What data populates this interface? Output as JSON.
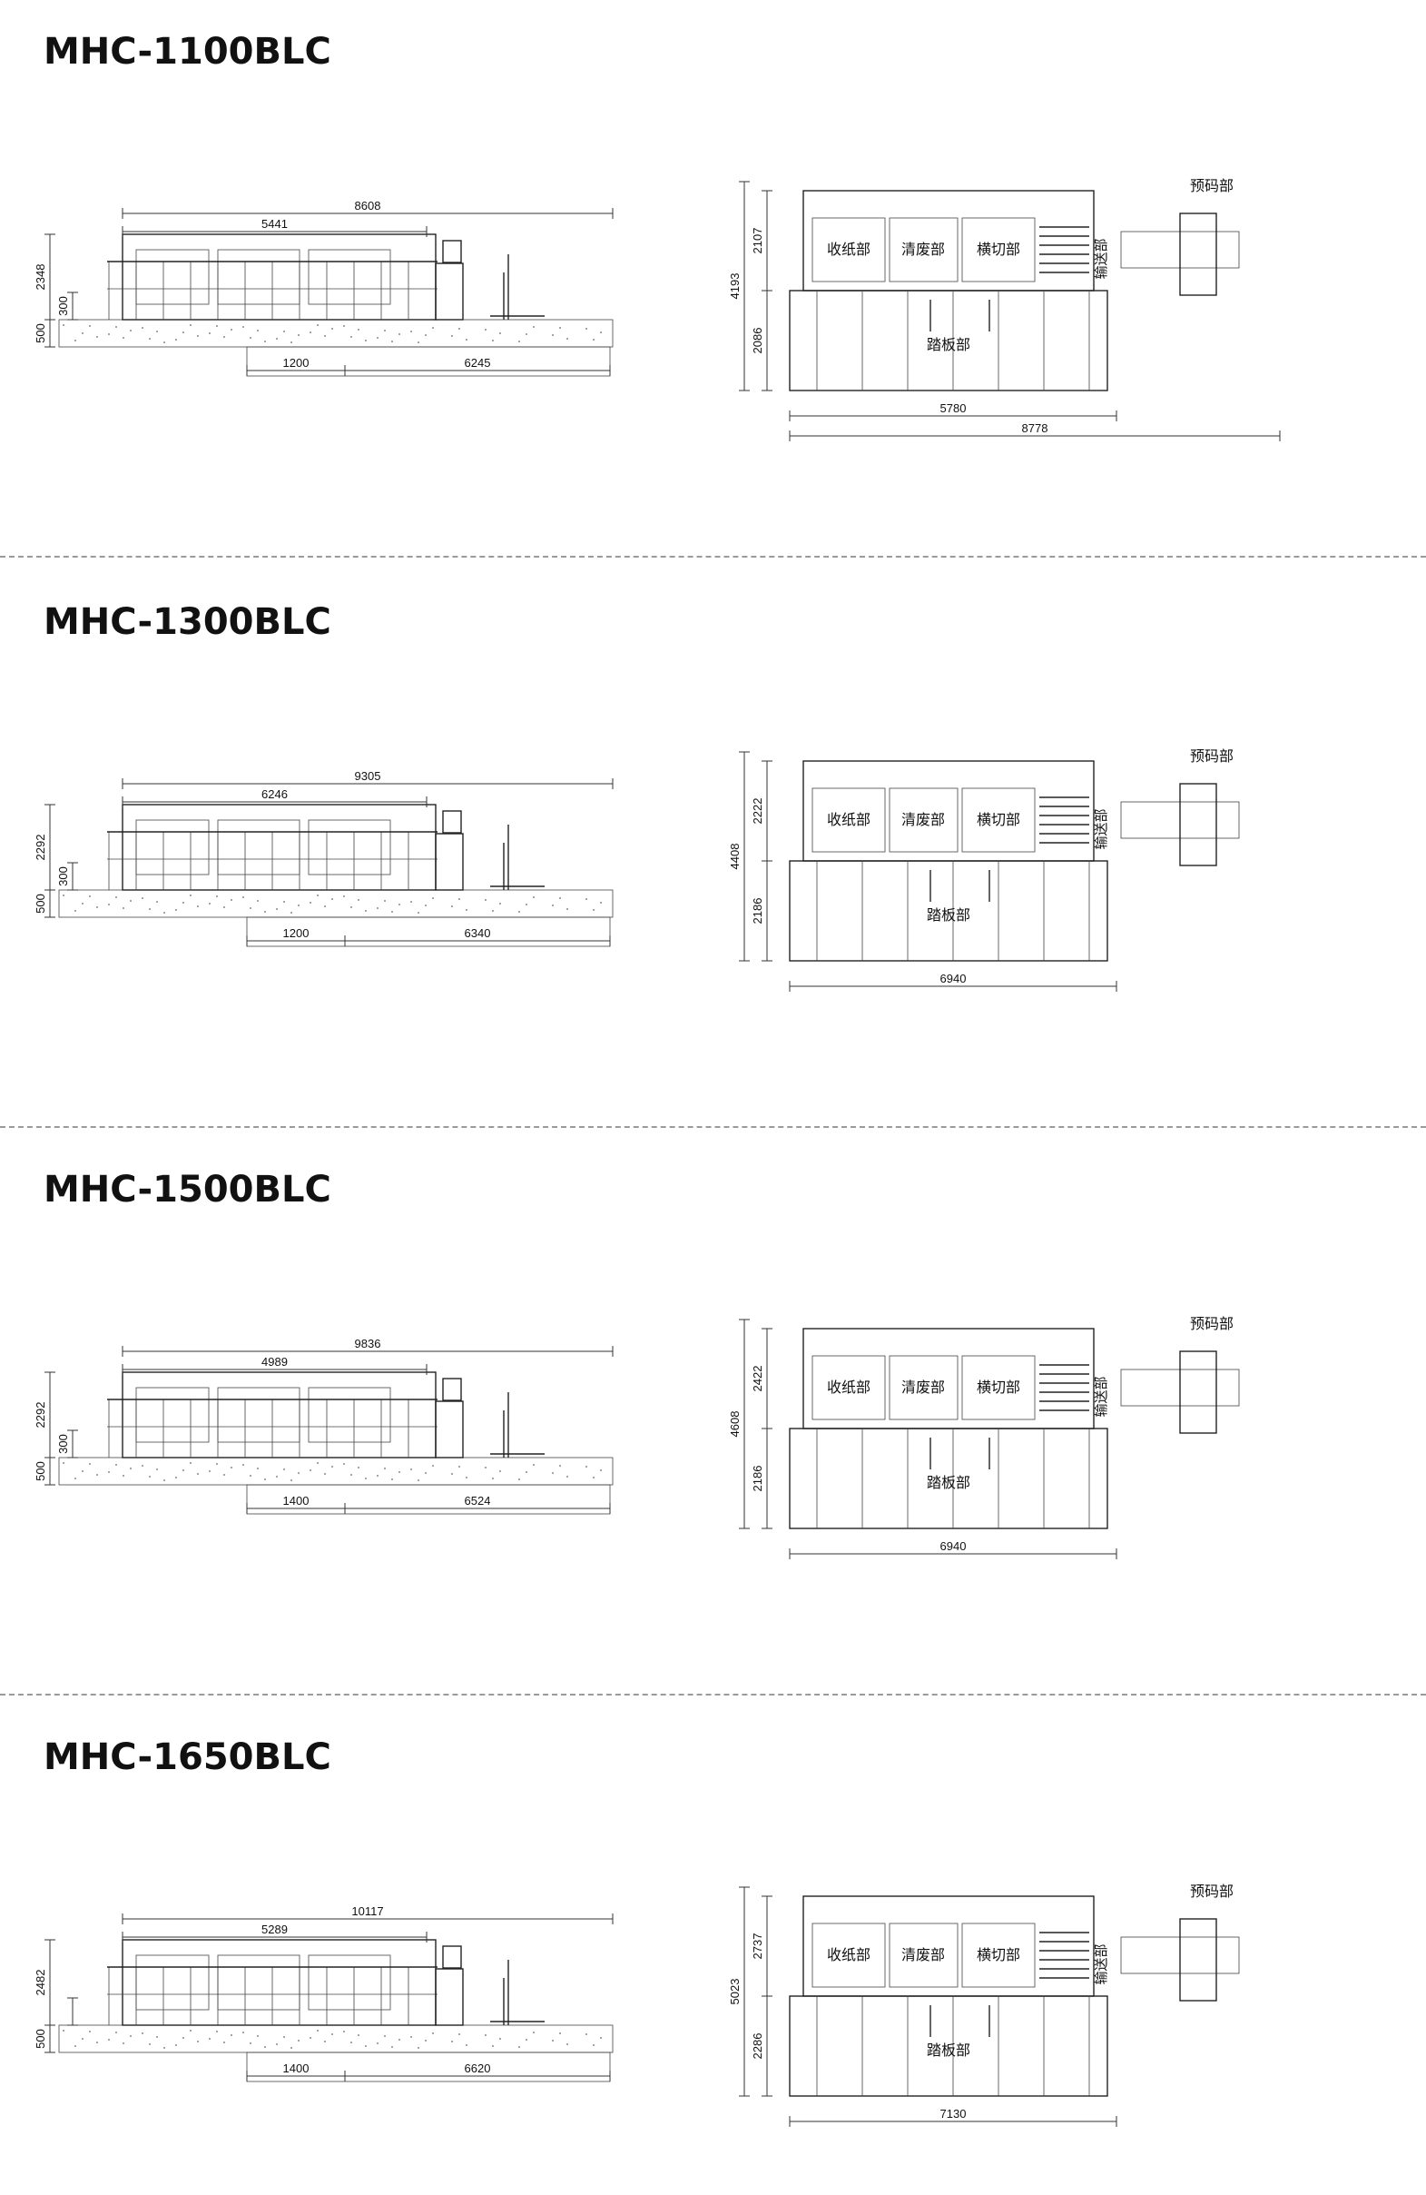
{
  "labels": {
    "delivery": "收纸部",
    "stripping": "清废部",
    "die_cut": "横切部",
    "transfer": "输送部",
    "pre_register": "预码部",
    "pedal": "踏板部"
  },
  "models": [
    {
      "name": "MHC-1100BLC",
      "side_overall": "8608",
      "side_body": "5441",
      "side_height": "2348",
      "side_base": "300",
      "side_pit": "500",
      "side_bottom_left": "1200",
      "side_bottom_right": "6245",
      "top_overall_h": "4193",
      "top_upper_h": "2107",
      "top_lower_h": "2086",
      "top_body_w": "5780",
      "top_overall_w": "8778"
    },
    {
      "name": "MHC-1300BLC",
      "side_overall": "9305",
      "side_body": "6246",
      "side_height": "2292",
      "side_base": "300",
      "side_pit": "500",
      "side_bottom_left": "1200",
      "side_bottom_right": "6340",
      "top_overall_h": "4408",
      "top_upper_h": "2222",
      "top_lower_h": "2186",
      "top_body_w": "6940",
      "top_overall_w": ""
    },
    {
      "name": "MHC-1500BLC",
      "side_overall": "9836",
      "side_body": "4989",
      "side_height": "2292",
      "side_base": "300",
      "side_pit": "500",
      "side_bottom_left": "1400",
      "side_bottom_right": "6524",
      "top_overall_h": "4608",
      "top_upper_h": "2422",
      "top_lower_h": "2186",
      "top_body_w": "6940",
      "top_overall_w": ""
    },
    {
      "name": "MHC-1650BLC",
      "side_overall": "10117",
      "side_body": "5289",
      "side_height": "2482",
      "side_base": "",
      "side_pit": "500",
      "side_bottom_left": "1400",
      "side_bottom_right": "6620",
      "top_overall_h": "5023",
      "top_upper_h": "2737",
      "top_lower_h": "2286",
      "top_body_w": "7130",
      "top_overall_w": ""
    }
  ]
}
